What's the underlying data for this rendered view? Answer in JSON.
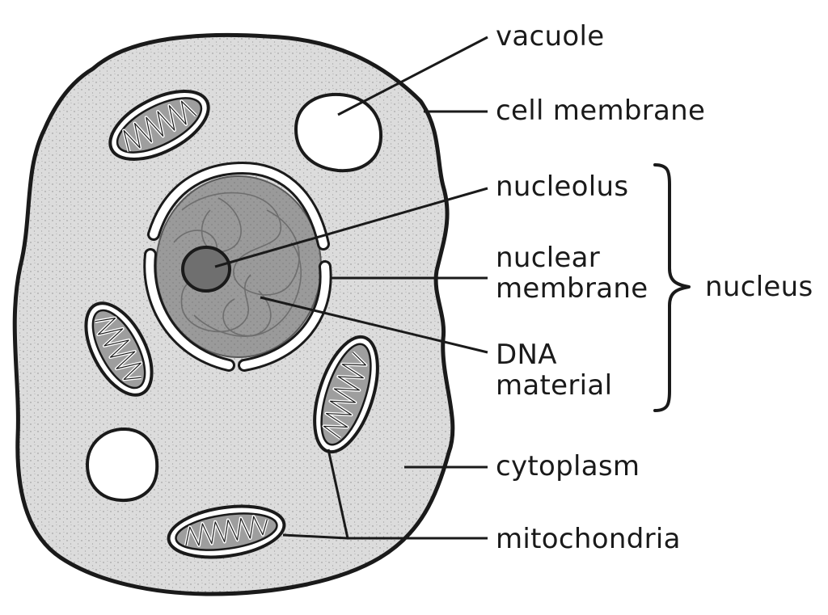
{
  "labels": {
    "vacuole": "vacuole",
    "cell_membrane": "cell membrane",
    "nucleolus": "nucleolus",
    "nuclear_membrane_1": "nuclear",
    "nuclear_membrane_2": "membrane",
    "dna_1": "DNA",
    "dna_2": "material",
    "cytoplasm": "cytoplasm",
    "mitochondria": "mitochondria",
    "nucleus": "nucleus"
  },
  "colors": {
    "cytoplasm": "#dcdcdc",
    "nucleus": "#9a9a9a",
    "nucleolus": "#6f6f6f",
    "organelle_fill": "#9e9e9e",
    "outline": "#1a1a1a",
    "vacuole": "#ffffff"
  }
}
